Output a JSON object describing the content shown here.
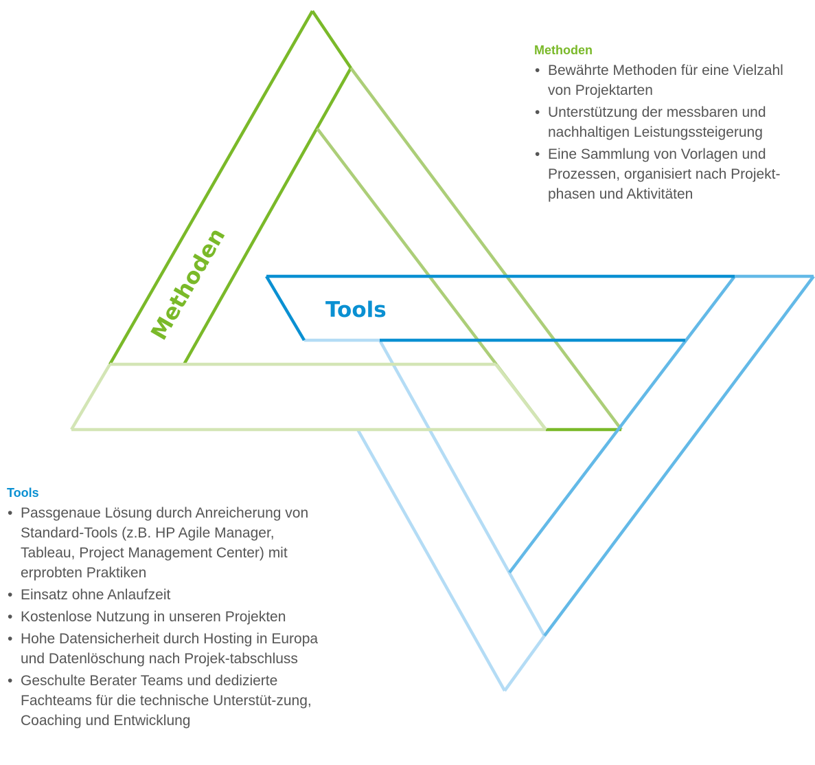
{
  "colors": {
    "green_dark": "#7ab929",
    "green_mid": "#acce78",
    "green_light": "#d3e5b5",
    "blue_dark": "#0a90d2",
    "blue_mid": "#63b9e7",
    "blue_light": "#b4dcf5"
  },
  "diagram": {
    "methoden_label": "Methoden",
    "tools_label": "Tools"
  },
  "methoden_panel": {
    "title": "Methoden",
    "items": [
      "Bewährte Methoden für eine Vielzahl von Projektarten",
      "Unterstützung der messbaren und nachhaltigen Leistungssteigerung",
      "Eine Sammlung von Vorlagen und Prozessen, organisiert nach Projekt-phasen und Aktivitäten"
    ]
  },
  "tools_panel": {
    "title": "Tools",
    "items": [
      "Passgenaue Lösung durch Anreicherung von Standard-Tools (z.B. HP Agile Manager, Tableau, Project Management Center) mit erprobten Praktiken",
      "Einsatz ohne Anlaufzeit",
      "Kostenlose Nutzung in unseren Projekten",
      "Hohe Datensicherheit durch Hosting in Europa und Datenlöschung nach Projek-tabschluss",
      "Geschulte Berater Teams und dedizierte Fachteams für die technische Unterstüt-zung, Coaching und Entwicklung"
    ]
  }
}
